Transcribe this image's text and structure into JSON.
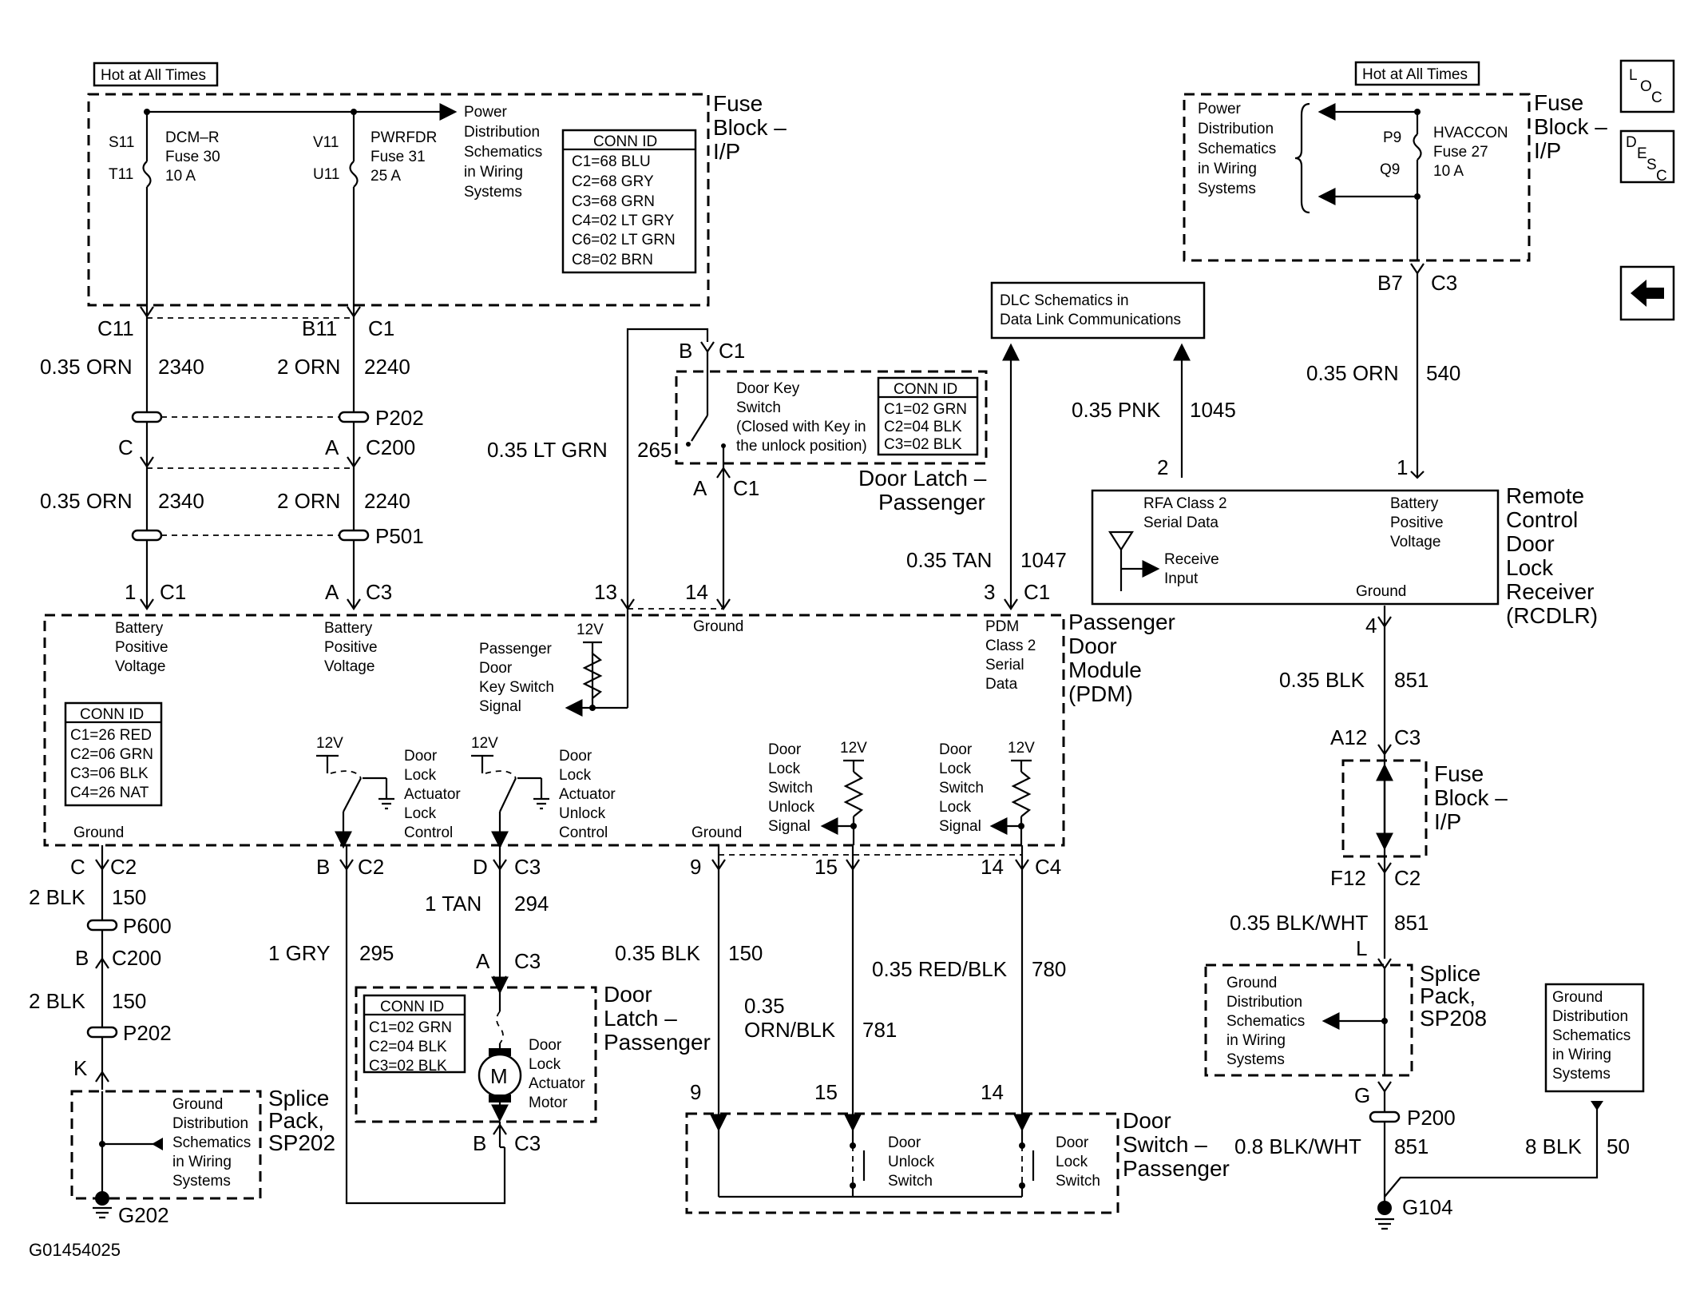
{
  "hot_left": "Hot at All Times",
  "hot_right": "Hot at All Times",
  "fuse_left": {
    "title": [
      "Fuse",
      "Block –",
      "I/P"
    ],
    "s11": "S11",
    "t11": "T11",
    "v11": "V11",
    "u11": "U11",
    "dcmr": [
      "DCM–R",
      "Fuse 30",
      "10 A"
    ],
    "pwrfdr": [
      "PWRFDR",
      "Fuse 31",
      "25 A"
    ],
    "power_dist": [
      "Power",
      "Distribution",
      "Schematics",
      "in Wiring",
      "Systems"
    ],
    "conn_title": "CONN ID",
    "conn": [
      "C1=68 BLU",
      "C2=68 GRY",
      "C3=68 GRN",
      "C4=02 LT GRY",
      "C6=02 LT GRN",
      "C8=02 BRN"
    ]
  },
  "fuse_right": {
    "title": [
      "Fuse",
      "Block –",
      "I/P"
    ],
    "power_dist": [
      "Power",
      "Distribution",
      "Schematics",
      "in Wiring",
      "Systems"
    ],
    "p9": "P9",
    "q9": "Q9",
    "hvac": [
      "HVACCON",
      "Fuse 27",
      "10 A"
    ],
    "b7": "B7",
    "c3": "C3"
  },
  "nav": {
    "loc": "LOC",
    "desc": "DESC",
    "back": "back-arrow"
  },
  "dlc": [
    "DLC Schematics in",
    "Data Link Communications"
  ],
  "wires": {
    "c11": "C11",
    "b11": "B11",
    "c1a": "C1",
    "w2340a": [
      "0.35 ORN",
      "2340"
    ],
    "w2240a": [
      "2 ORN",
      "2240"
    ],
    "p202": "P202",
    "c": "C",
    "a": "A",
    "c200": "C200",
    "w2340b": [
      "0.35 ORN",
      "2340"
    ],
    "w2240b": [
      "2 ORN",
      "2240"
    ],
    "p501": "P501",
    "pin1": "1",
    "c1b": "C1",
    "pinA": "A",
    "c3": "C3",
    "w265": [
      "0.35 LT GRN",
      "265"
    ],
    "w1047": [
      "0.35 TAN",
      "1047"
    ],
    "w1045": [
      "0.35 PNK",
      "1045"
    ],
    "w540": [
      "0.35 ORN",
      "540"
    ],
    "w851a": [
      "0.35 BLK",
      "851"
    ],
    "w851b": [
      "0.35 BLK/WHT",
      "851"
    ],
    "w851c": [
      "0.8 BLK/WHT",
      "851"
    ],
    "w50": [
      "8 BLK",
      "50"
    ],
    "w150a": [
      "2 BLK",
      "150"
    ],
    "w150b": [
      "2 BLK",
      "150"
    ],
    "w294": [
      "1 TAN",
      "294"
    ],
    "w295": [
      "1 GRY",
      "295"
    ],
    "w150c": [
      "0.35 BLK",
      "150"
    ],
    "w781": [
      "0.35",
      "ORN/BLK",
      "781"
    ],
    "w780": [
      "0.35 RED/BLK",
      "780"
    ]
  },
  "door_key": {
    "b": "B",
    "c1": "C1",
    "a": "A",
    "c1b": "C1",
    "desc": [
      "Door Key",
      "Switch",
      "(Closed with Key in",
      "the unlock position)"
    ],
    "conn_title": "CONN ID",
    "conn": [
      "C1=02 GRN",
      "C2=04 BLK",
      "C3=02 BLK"
    ],
    "title": [
      "Door Latch –",
      "Passenger"
    ]
  },
  "rcdlr": {
    "pin2": "2",
    "pin1": "1",
    "pin4": "4",
    "rfa": [
      "RFA Class 2",
      "Serial Data"
    ],
    "bat": [
      "Battery",
      "Positive",
      "Voltage"
    ],
    "recv": [
      "Receive",
      "Input"
    ],
    "ground": "Ground",
    "title": [
      "Remote",
      "Control",
      "Door",
      "Lock",
      "Receiver",
      "(RCDLR)"
    ]
  },
  "pdm": {
    "pins": [
      "1",
      "C1",
      "A",
      "C3",
      "13",
      "14",
      "3",
      "C1"
    ],
    "bat1": [
      "Battery",
      "Positive",
      "Voltage"
    ],
    "bat2": [
      "Battery",
      "Positive",
      "Voltage"
    ],
    "key_sig": [
      "Passenger",
      "Door",
      "Key Switch",
      "Signal"
    ],
    "ground_top": "Ground",
    "serial": [
      "PDM",
      "Class 2",
      "Serial",
      "Data"
    ],
    "title": [
      "Passenger",
      "Door",
      "Module",
      "(PDM)"
    ],
    "conn_title": "CONN ID",
    "conn": [
      "C1=26 RED",
      "C2=06 GRN",
      "C3=06 BLK",
      "C4=26 NAT"
    ],
    "v12": "12V",
    "lock_ctrl": [
      "Door",
      "Lock",
      "Actuator",
      "Lock",
      "Control"
    ],
    "unlock_ctrl": [
      "Door",
      "Lock",
      "Actuator",
      "Unlock",
      "Control"
    ],
    "unlock_sig": [
      "Door",
      "Lock",
      "Switch",
      "Unlock",
      "Signal"
    ],
    "lock_sig": [
      "Door",
      "Lock",
      "Switch",
      "Lock",
      "Signal"
    ],
    "ground_bl": "Ground",
    "ground_bm": "Ground",
    "bpins": {
      "c": "C",
      "c2a": "C2",
      "b": "B",
      "c2b": "C2",
      "d": "D",
      "c3": "C3",
      "p9": "9",
      "p15": "15",
      "p14": "14",
      "c4": "C4"
    }
  },
  "fuse_mid": {
    "a12": "A12",
    "c3": "C3",
    "title": [
      "Fuse",
      "Block –",
      "I/P"
    ],
    "f12": "F12",
    "c2": "C2"
  },
  "sp208": {
    "l": "L",
    "g": "G",
    "text": [
      "Ground",
      "Distribution",
      "Schematics",
      "in Wiring",
      "Systems"
    ],
    "title": [
      "Splice",
      "Pack,",
      "SP208"
    ]
  },
  "gnd_box_right": [
    "Ground",
    "Distribution",
    "Schematics",
    "in Wiring",
    "Systems"
  ],
  "p200": "P200",
  "g104": "G104",
  "left_low": {
    "p600": "P600",
    "b": "B",
    "c200": "C200",
    "p202": "P202",
    "k": "K"
  },
  "sp202": {
    "text": [
      "Ground",
      "Distribution",
      "Schematics",
      "in Wiring",
      "Systems"
    ],
    "title": [
      "Splice",
      "Pack,",
      "SP202"
    ]
  },
  "g202": "G202",
  "latch_motor": {
    "a": "A",
    "c3": "C3",
    "b": "B",
    "c3b": "C3",
    "conn_title": "CONN ID",
    "conn": [
      "C1=02 GRN",
      "C2=04 BLK",
      "C3=02 BLK"
    ],
    "m": "M",
    "desc": [
      "Door",
      "Lock",
      "Actuator",
      "Motor"
    ],
    "title": [
      "Door",
      "Latch –",
      "Passenger"
    ]
  },
  "door_switch": {
    "p9": "9",
    "p15": "15",
    "p14": "14",
    "unlock": [
      "Door",
      "Unlock",
      "Switch"
    ],
    "lock": [
      "Door",
      "Lock",
      "Switch"
    ],
    "title": [
      "Door",
      "Switch –",
      "Passenger"
    ]
  },
  "code": "G01454025"
}
